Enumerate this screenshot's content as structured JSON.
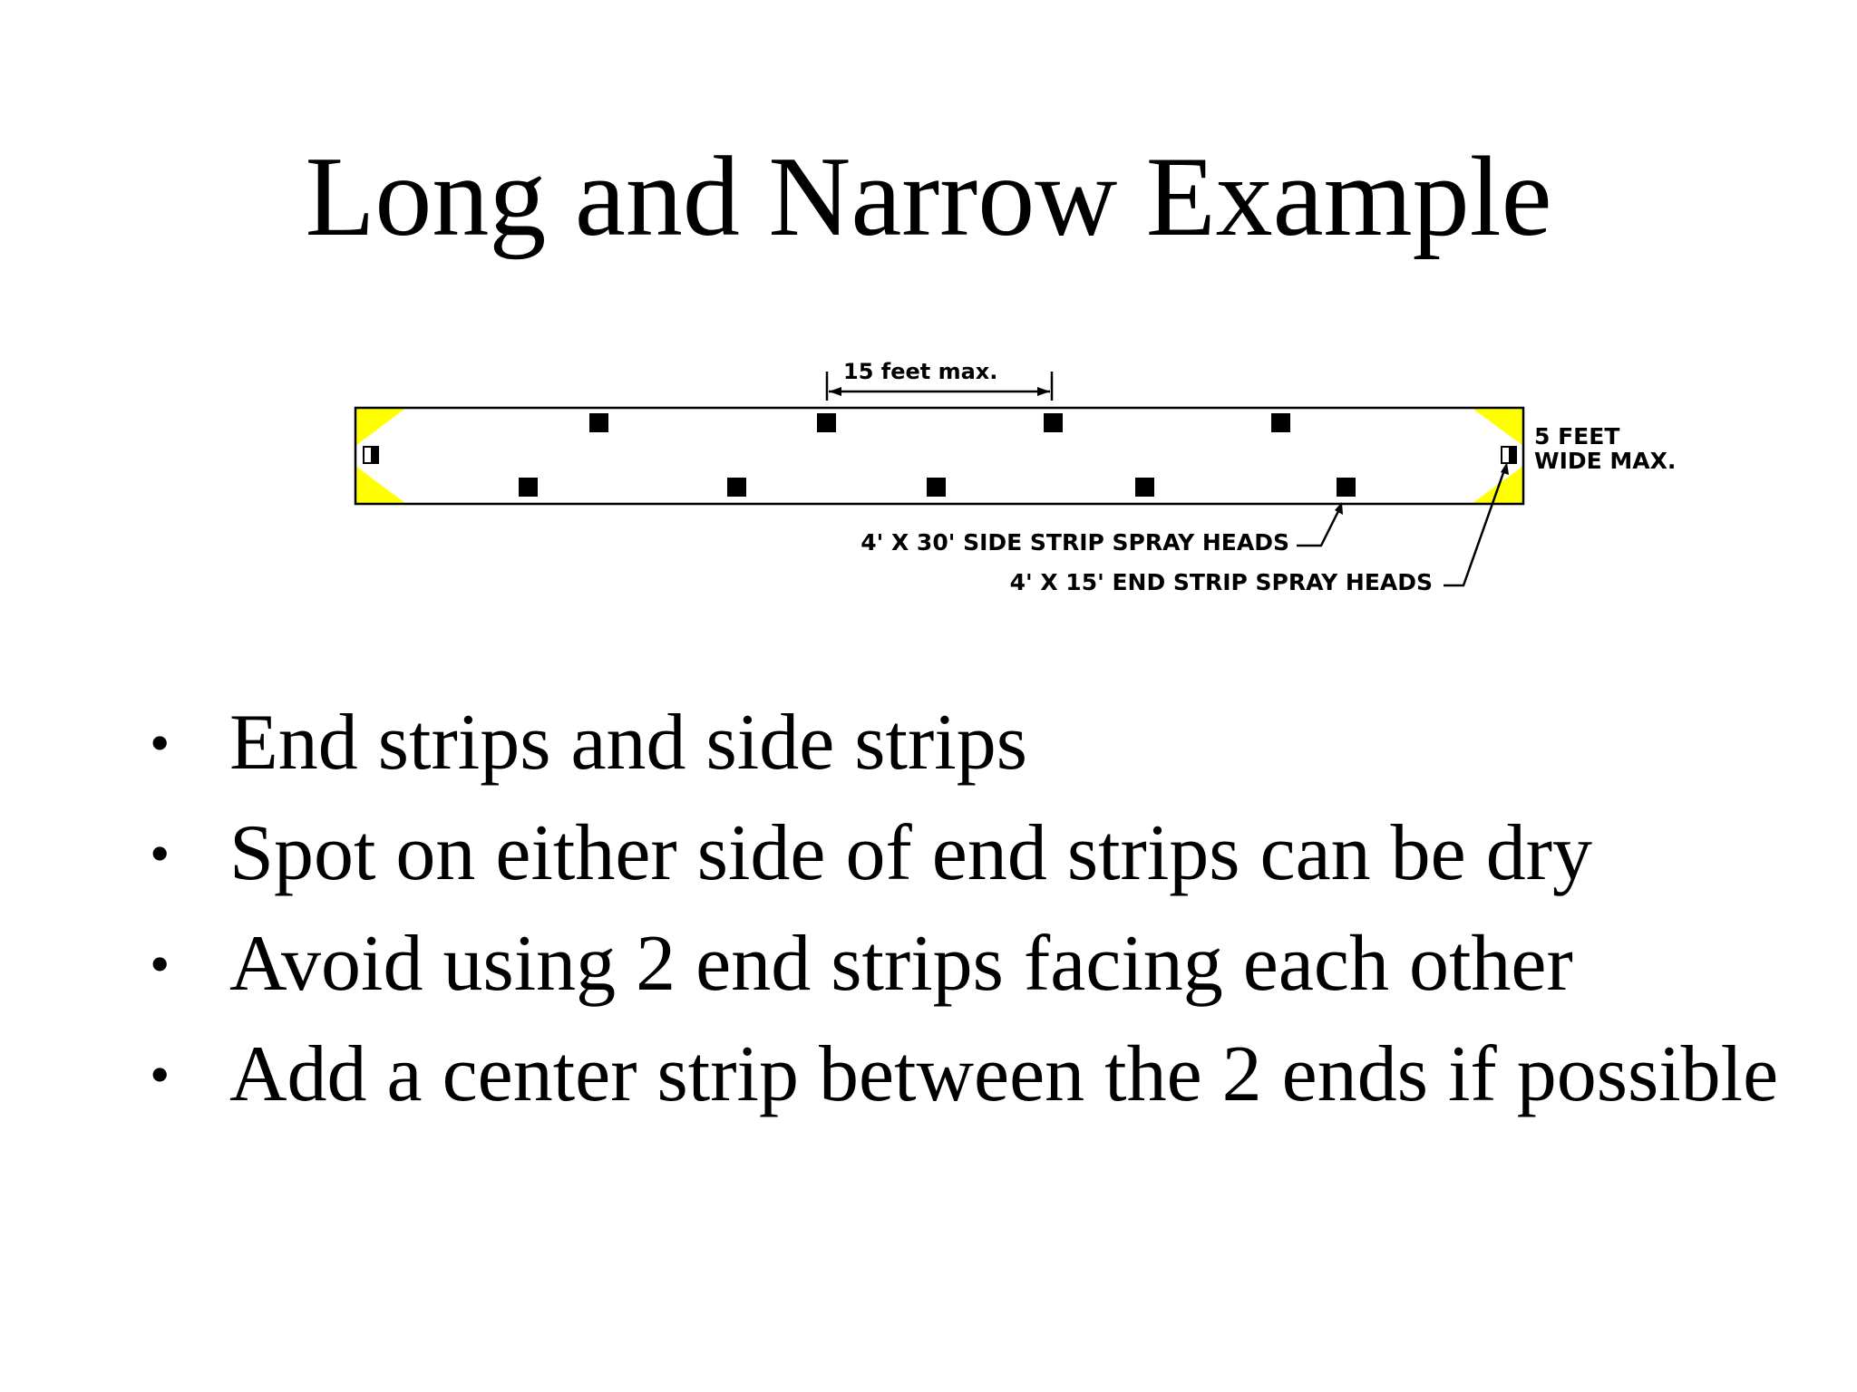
{
  "slide": {
    "title": "Long and Narrow Example"
  },
  "diagram": {
    "spacing_label": "15 feet max.",
    "width_label_line1": "5 FEET",
    "width_label_line2": "WIDE MAX.",
    "side_strip_label": "4' X 30' SIDE STRIP SPRAY HEADS",
    "end_strip_label": "4' X 15' END STRIP SPRAY HEADS",
    "colors": {
      "spray_coverage": "#ffff00",
      "outline": "#000000"
    }
  },
  "bullets": [
    "End strips and side strips",
    "Spot on either side of end strips can be dry",
    "Avoid using 2 end strips facing each other",
    "Add a center strip between the 2 ends if possible"
  ]
}
